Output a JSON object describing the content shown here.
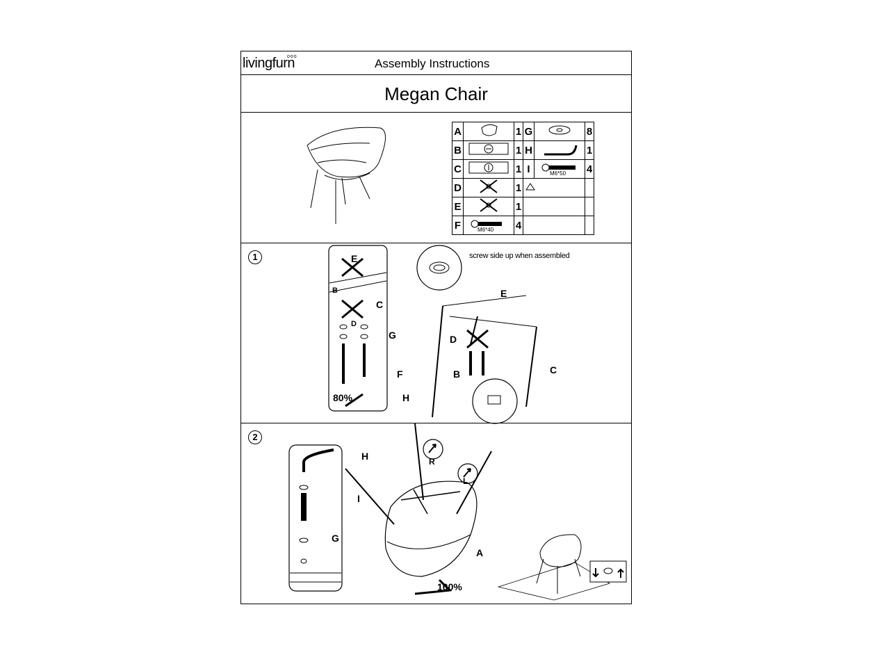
{
  "header": {
    "logo_text": "livingfurn",
    "logo_mark": "ooo",
    "doc_title": "Assembly Instructions"
  },
  "product_name": "Megan Chair",
  "parts": [
    {
      "letter": "A",
      "qty": "1",
      "icon": "seat-icon"
    },
    {
      "letter": "B",
      "qty": "1",
      "icon": "frame-b-icon"
    },
    {
      "letter": "C",
      "qty": "1",
      "icon": "frame-c-icon"
    },
    {
      "letter": "D",
      "qty": "1",
      "icon": "cross-bracket-icon"
    },
    {
      "letter": "E",
      "qty": "1",
      "icon": "cross-bracket-icon"
    },
    {
      "letter": "F",
      "qty": "4",
      "icon": "bolt-icon",
      "size": "M6*40"
    },
    {
      "letter": "G",
      "qty": "8",
      "icon": "washer-icon"
    },
    {
      "letter": "H",
      "qty": "1",
      "icon": "allen-key-icon"
    },
    {
      "letter": "I",
      "qty": "4",
      "icon": "bolt-icon",
      "size": "M6*50"
    }
  ],
  "step1": {
    "number": "1",
    "note": "screw side up when assembled",
    "labels": {
      "E": "E",
      "B": "B",
      "C": "C",
      "D": "D",
      "G": "G",
      "F": "F",
      "H": "H"
    },
    "torque": "80%"
  },
  "step2": {
    "number": "2",
    "labels": {
      "H": "H",
      "I": "I",
      "G": "G",
      "A": "A",
      "R": "R",
      "L": "L"
    },
    "torque": "100%"
  }
}
